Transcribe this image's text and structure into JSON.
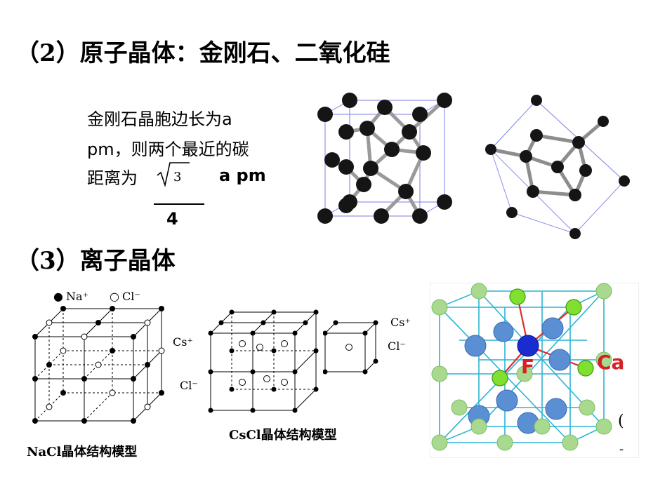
{
  "heading2": "（2）原子晶体：金刚石、二氧化硅",
  "desc_line1": "金刚石晶胞边长为a",
  "desc_line2": "pm，则两个最近的碳",
  "desc_line3": "距离为",
  "sqrt_radicand": "3",
  "denominator": "4",
  "unit_text": "a  pm",
  "heading3": "（3）离子晶体",
  "nacl_legend_na": "Na⁺",
  "nacl_legend_cl": "Cl⁻",
  "nacl_caption": "NaCl晶体结构模型",
  "cs_label": "Cs⁺",
  "cl_label": "Cl⁻",
  "cs_label_right": "Cs⁺",
  "cl_label_right": "Cl⁻",
  "cscl_caption": "CsCl晶体结构模型",
  "caf2_F": "F",
  "caf2_Ca": "Ca",
  "edge_glyph_1": "(",
  "edge_glyph_2": "-"
}
